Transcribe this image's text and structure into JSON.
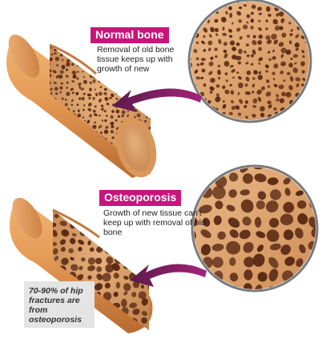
{
  "normal": {
    "title": "Normal bone",
    "description": "Removal of old bone tissue keeps up with growth of new"
  },
  "osteoporosis": {
    "title": "Osteoporosis",
    "description": "Growth of new tissue can't keep up with removal of old bone"
  },
  "fact": {
    "text": "70-90% of hip fractures are from osteoporosis"
  },
  "colors": {
    "accent": "#c8157c",
    "bone": "#dca26c",
    "pore": "#5a2a14",
    "fact_bg": "#e4e4e4"
  }
}
